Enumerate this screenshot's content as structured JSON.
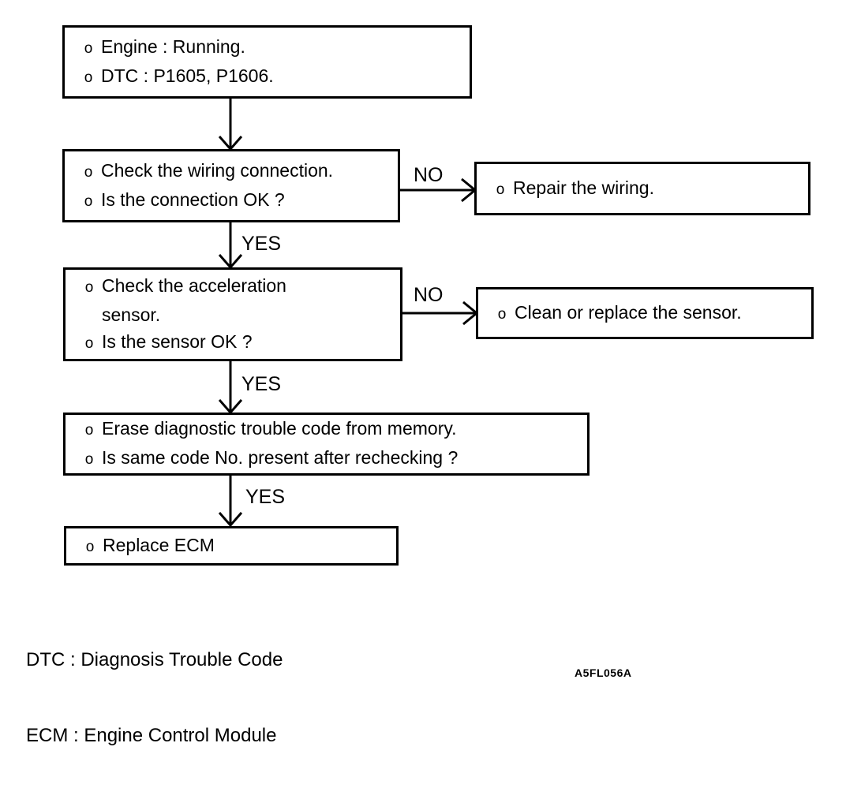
{
  "diagram": {
    "type": "troubleshooting-flowchart",
    "figure_code": "A5FL056A",
    "bullet_marker": "o",
    "colors": {
      "stroke": "#000000",
      "background": "#ffffff",
      "text": "#000000"
    },
    "boxes": {
      "start": {
        "lines": [
          "Engine : Running.",
          "DTC : P1605, P1606."
        ]
      },
      "wiring_check": {
        "lines": [
          "Check the wiring connection.",
          "Is the connection OK ?"
        ]
      },
      "repair_wiring": {
        "lines": [
          "Repair the wiring."
        ]
      },
      "sensor_check": {
        "lines": [
          "Check the acceleration",
          "sensor.",
          "Is the sensor OK ?"
        ]
      },
      "clean_sensor": {
        "lines": [
          "Clean or replace the sensor."
        ]
      },
      "erase_code": {
        "lines": [
          "Erase diagnostic trouble code from memory.",
          "Is same code No. present after rechecking ?"
        ]
      },
      "replace_ecm": {
        "lines": [
          "Replace ECM"
        ]
      }
    },
    "edge_labels": {
      "no_wiring": "NO",
      "yes_wiring": "YES",
      "no_sensor": "NO",
      "yes_sensor": "YES",
      "yes_erase": "YES"
    },
    "legend": {
      "dtc": "DTC : Diagnosis Trouble Code",
      "ecm": "ECM : Engine Control Module"
    }
  }
}
